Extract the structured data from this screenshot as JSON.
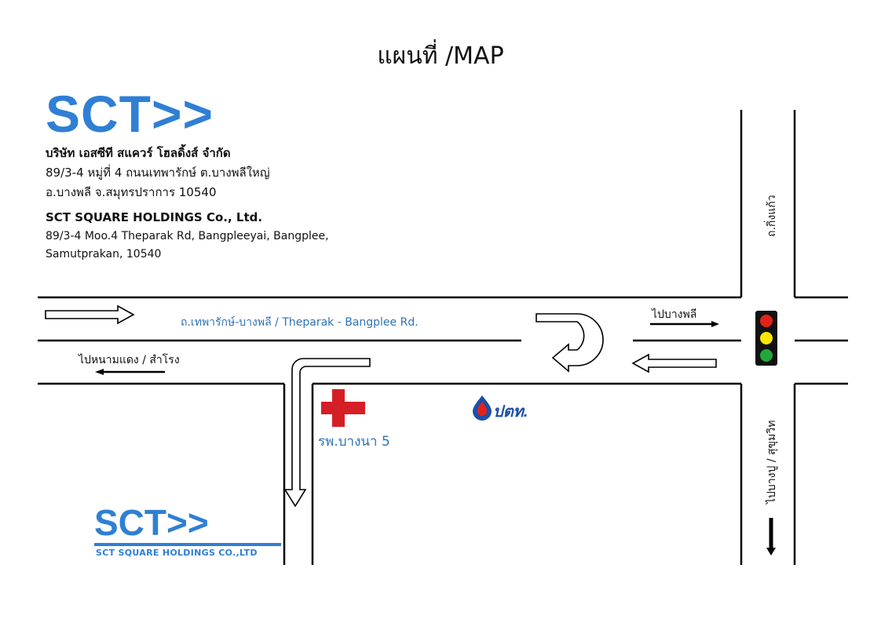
{
  "map": {
    "title": "แผนที่ /MAP",
    "company": {
      "logo_text": "SCT>>",
      "name_th": "บริษัท เอสซีที สแควร์ โฮลดิ้งส์ จำกัด",
      "address_th_line1": "89/3-4 หมู่ที่ 4 ถนนเทพารักษ์ ต.บางพลีใหญ่",
      "address_th_line2": "อ.บางพลี จ.สมุทรปราการ 10540",
      "name_en": "SCT SQUARE HOLDINGS Co., Ltd.",
      "address_en_line1": "89/3-4 Moo.4 Theparak Rd, Bangpleeyai, Bangplee,",
      "address_en_line2": "Samutprakan, 10540"
    },
    "labels": {
      "main_road": "ถ.เทพารักษ์-บางพลี  / Theparak - Bangplee Rd.",
      "to_bangplee": "ไปบางพลี",
      "to_nongmandaeng": "ไปหนามแดง / สำโรง",
      "side_road_top": "ถ.กิ่งแก้ว",
      "side_road_bottom": "ไปบางปู / สุขุมวิท",
      "hospital": "รพ.บางนา 5",
      "gas_station": "ปตท."
    },
    "site_logo": {
      "text": "SCT>>",
      "subtitle": "SCT SQUARE HOLDINGS CO.,LTD"
    },
    "icons": {
      "hospital": "red-cross-icon",
      "gas_station": "ptt-drop-icon",
      "traffic_light": "traffic-light-icon"
    },
    "colors": {
      "brand_blue": "#2f7fd4",
      "label_blue": "#2f74b5",
      "cross_red": "#d41f26",
      "light_red": "#e2231a",
      "light_yellow": "#ffe600",
      "light_green": "#22a83a"
    }
  }
}
